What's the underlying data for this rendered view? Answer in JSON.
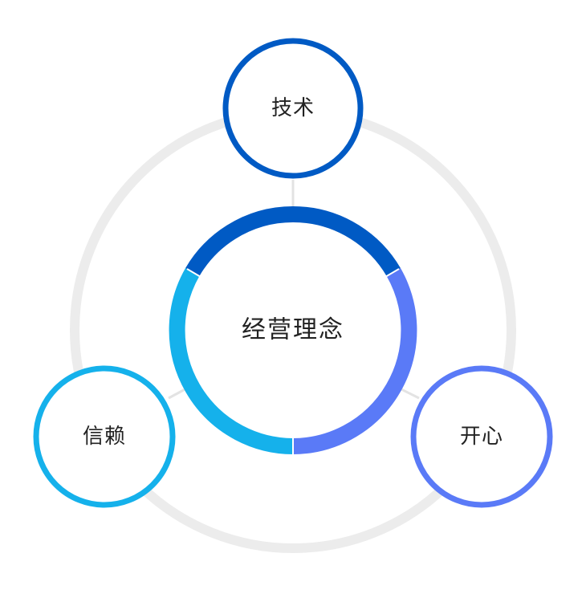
{
  "center": {
    "label": "经营理念"
  },
  "nodes": [
    {
      "label": "技术",
      "color": "#005ac4"
    },
    {
      "label": "信赖",
      "color": "#15b1eb"
    },
    {
      "label": "开心",
      "color": "#5a7af7"
    }
  ],
  "colors": {
    "outer_ring": "#ececec",
    "connector": "#e3e3e3",
    "text": "#222222",
    "background": "#ffffff"
  }
}
